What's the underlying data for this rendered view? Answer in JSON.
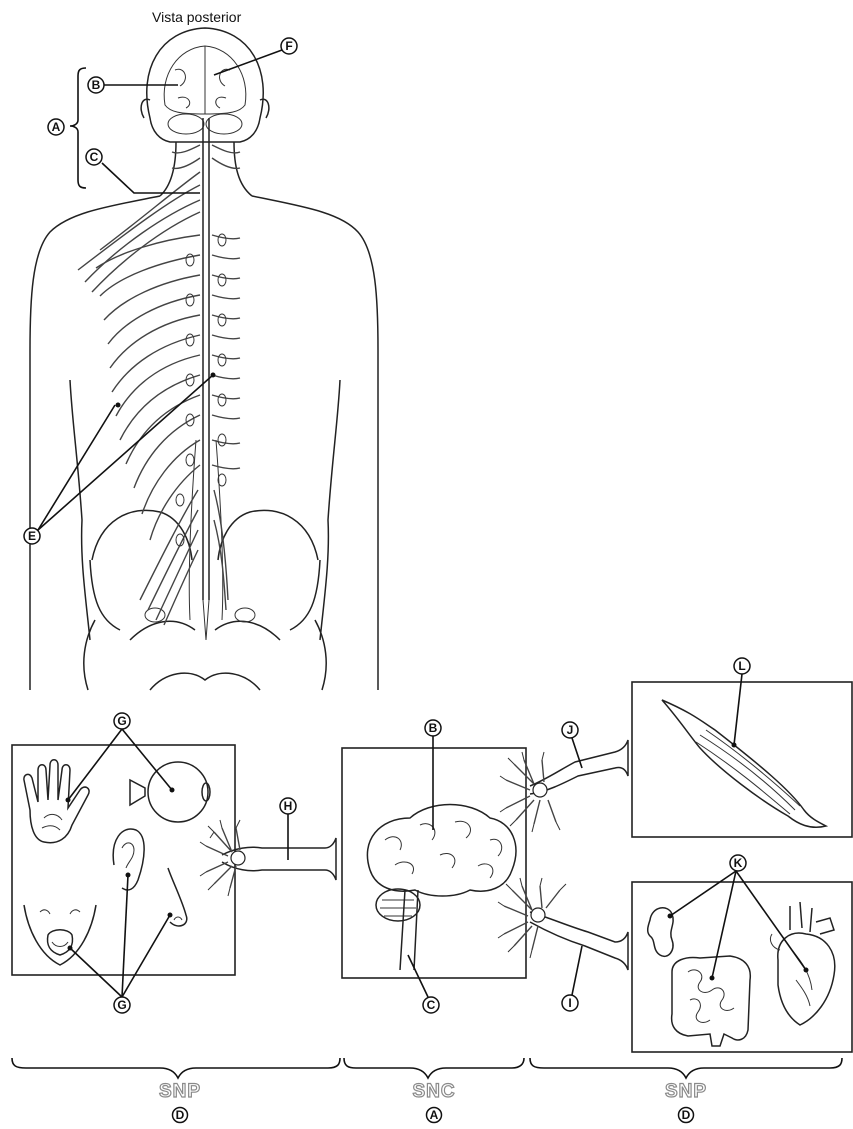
{
  "title": "Vista posterior",
  "labels": {
    "A": "A",
    "B": "B",
    "C": "C",
    "D": "D",
    "E": "E",
    "F": "F",
    "G": "G",
    "H": "H",
    "I": "I",
    "J": "J",
    "K": "K",
    "L": "L"
  },
  "groups": {
    "snp_left": "SNP",
    "snc": "SNC",
    "snp_right": "SNP"
  }
}
